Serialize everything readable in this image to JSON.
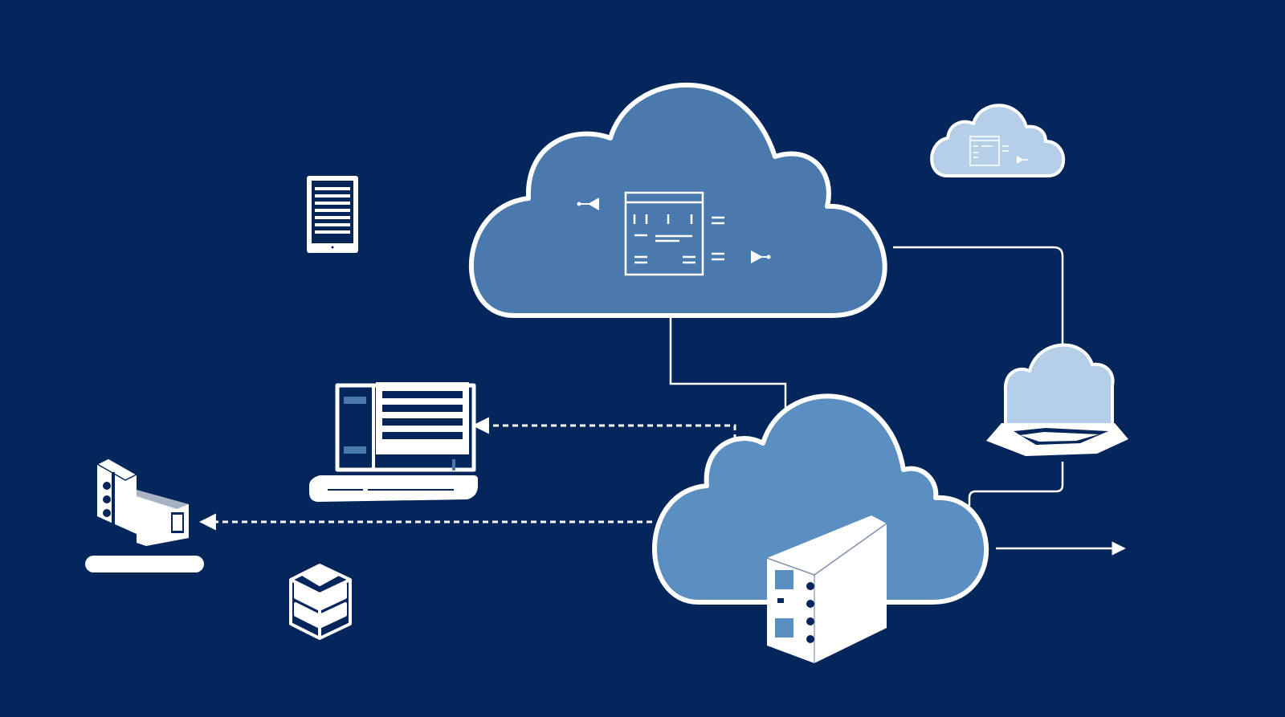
{
  "colors": {
    "background": "#05265a",
    "main_cloud_fill": "#4a7aad",
    "lower_cloud_fill": "#5c8fc1",
    "light_cloud_fill": "#b4cfe7",
    "line": "#ffffff"
  },
  "nodes": [
    {
      "name": "main-cloud",
      "icon": "cloud-icon"
    },
    {
      "name": "small-cloud-top-right",
      "icon": "cloud-icon"
    },
    {
      "name": "lower-cloud",
      "icon": "cloud-icon"
    },
    {
      "name": "cloud-on-base-right",
      "icon": "cloud-icon"
    },
    {
      "name": "dashboard-panel",
      "icon": "dashboard-icon"
    },
    {
      "name": "tablet",
      "icon": "tablet-icon"
    },
    {
      "name": "laptop",
      "icon": "laptop-icon"
    },
    {
      "name": "camera-device",
      "icon": "camera-icon"
    },
    {
      "name": "storage-box",
      "icon": "storage-stack-icon"
    },
    {
      "name": "server-tower",
      "icon": "server-icon"
    }
  ],
  "connections": [
    {
      "from": "main-cloud",
      "to": "lower-cloud",
      "style": "solid"
    },
    {
      "from": "main-cloud",
      "to": "cloud-on-base-right",
      "style": "solid"
    },
    {
      "from": "cloud-on-base-right",
      "to": "lower-cloud",
      "style": "solid"
    },
    {
      "from": "lower-cloud",
      "to": "laptop",
      "style": "dashed",
      "arrow": true
    },
    {
      "from": "lower-cloud",
      "to": "camera-device",
      "style": "dashed",
      "arrow": true
    },
    {
      "from": "lower-cloud",
      "to": "right-edge",
      "style": "solid",
      "arrow": true
    }
  ]
}
